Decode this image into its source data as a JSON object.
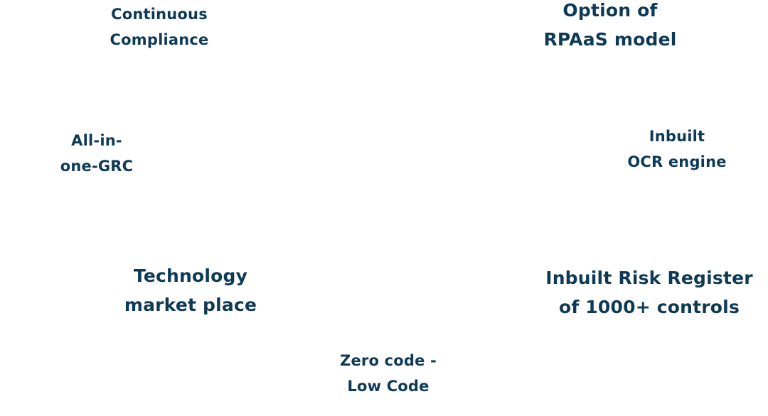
{
  "features": {
    "continuous_compliance": [
      "Continuous",
      "Compliance"
    ],
    "rpaas_model": [
      "Option of",
      "RPAaS model"
    ],
    "all_in_one_grc": [
      "All-in-",
      "one-GRC"
    ],
    "ocr_engine": [
      "Inbuilt",
      "OCR engine"
    ],
    "technology_market": [
      "Technology",
      "market place"
    ],
    "risk_register": [
      "Inbuilt Risk Register",
      "of 1000+ controls"
    ],
    "zero_code": [
      "Zero code -",
      "Low Code"
    ]
  },
  "colors": {
    "text": "#0e3a56",
    "background": "#ffffff"
  }
}
